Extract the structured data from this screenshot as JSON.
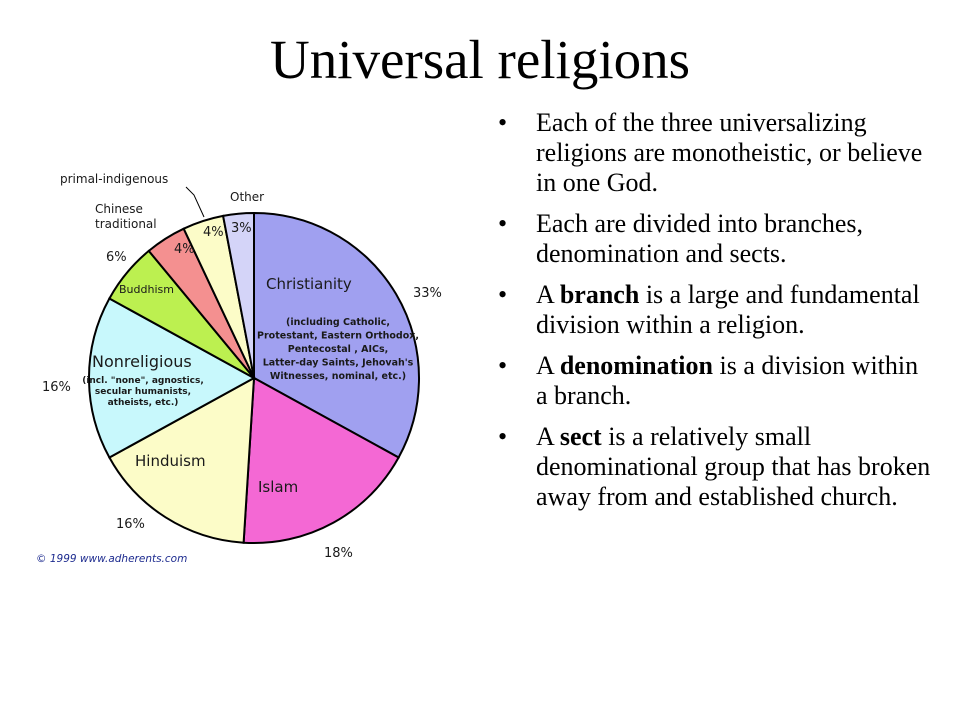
{
  "slide": {
    "title": "Universal religions",
    "bullets": [
      {
        "parts": [
          {
            "text": "Each of the three universalizing religions are monotheistic, or believe in one God.",
            "bold": false
          }
        ]
      },
      {
        "parts": [
          {
            "text": "Each are divided into branches, denomination and sects.",
            "bold": false
          }
        ]
      },
      {
        "parts": [
          {
            "text": "A ",
            "bold": false
          },
          {
            "text": "branch",
            "bold": true
          },
          {
            "text": " is a large and fundamental division within a religion.",
            "bold": false
          }
        ]
      },
      {
        "parts": [
          {
            "text": "A ",
            "bold": false
          },
          {
            "text": "denomination",
            "bold": true
          },
          {
            "text": " is a division within a branch.",
            "bold": false
          }
        ]
      },
      {
        "parts": [
          {
            "text": "A ",
            "bold": false
          },
          {
            "text": "sect",
            "bold": true
          },
          {
            "text": " is a relatively small denominational group that has broken away from and established church.",
            "bold": false
          }
        ]
      }
    ],
    "bullet_glyph": "•"
  },
  "chart_data": {
    "type": "pie",
    "title": "",
    "source": "© 1999 www.adherents.com",
    "slices": [
      {
        "label": "Christianity",
        "value": 33,
        "display": "33%",
        "color": "#a0a0f0",
        "note": [
          "(including Catholic,",
          "Protestant, Eastern Orthodox,",
          "Pentecostal , AICs,",
          "Latter-day Saints, Jehovah's",
          "Witnesses, nominal, etc.)"
        ]
      },
      {
        "label": "Islam",
        "value": 18,
        "display": "18%",
        "color": "#f468d4"
      },
      {
        "label": "Hinduism",
        "value": 16,
        "display": "16%",
        "color": "#fcfcc8"
      },
      {
        "label": "Nonreligious",
        "value": 16,
        "display": "16%",
        "color": "#c8f8fc",
        "note": [
          "(incl. \"none\", agnostics,",
          "secular humanists,",
          "atheists, etc.)"
        ]
      },
      {
        "label": "Buddhism",
        "value": 6,
        "display": "6%",
        "color": "#bcf050"
      },
      {
        "label": "Chinese traditional",
        "value": 4,
        "display": "4%",
        "color": "#f49090",
        "label_lines": [
          "Chinese",
          "traditional"
        ]
      },
      {
        "label": "primal-indigenous",
        "value": 4,
        "display": "4%",
        "color": "#fcfcc8"
      },
      {
        "label": "Other",
        "value": 3,
        "display": "3%",
        "color": "#d4d4f8"
      }
    ]
  }
}
